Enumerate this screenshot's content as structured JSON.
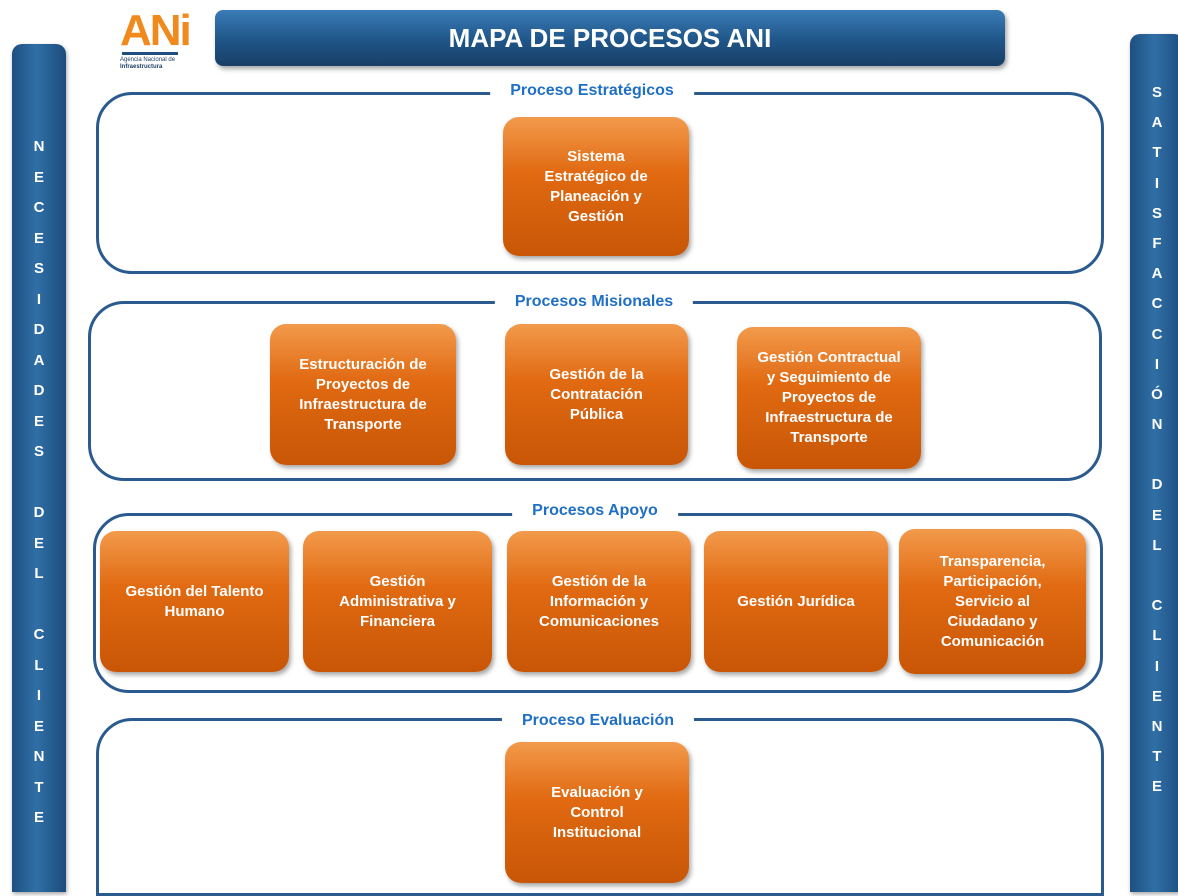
{
  "header": {
    "title": "MAPA DE PROCESOS ANI"
  },
  "logo": {
    "mark": "ANi",
    "subtitle_line1": "Agencia Nacional de",
    "subtitle_line2": "Infraestructura"
  },
  "left_bar": {
    "letters": [
      "N",
      "E",
      "C",
      "E",
      "S",
      "I",
      "D",
      "A",
      "D",
      "E",
      "S",
      "",
      "D",
      "E",
      "L",
      "",
      "C",
      "L",
      "I",
      "E",
      "N",
      "T",
      "E"
    ]
  },
  "right_bar": {
    "letters": [
      "S",
      "A",
      "T",
      "I",
      "S",
      "F",
      "A",
      "C",
      "C",
      "I",
      "Ó",
      "N",
      "",
      "D",
      "E",
      "L",
      "",
      "C",
      "L",
      "I",
      "E",
      "N",
      "T",
      "E"
    ]
  },
  "sections": {
    "estrategicos": {
      "title": "Proceso Estratégicos",
      "boxes": [
        "Sistema Estratégico de Planeación y Gestión"
      ]
    },
    "misionales": {
      "title": "Procesos Misionales",
      "boxes": [
        "Estructuración de Proyectos de Infraestructura de Transporte",
        "Gestión de la Contratación Pública",
        "Gestión Contractual y Seguimiento de Proyectos de Infraestructura de Transporte"
      ]
    },
    "apoyo": {
      "title": "Procesos Apoyo",
      "boxes": [
        "Gestión del Talento Humano",
        "Gestión Administrativa y Financiera",
        "Gestión de la Información y Comunicaciones",
        "Gestión Jurídica",
        "Transparencia, Participación, Servicio al Ciudadano y Comunicación"
      ]
    },
    "evaluacion": {
      "title": "Proceso Evaluación",
      "boxes": [
        "Evaluación y Control Institucional"
      ]
    }
  }
}
